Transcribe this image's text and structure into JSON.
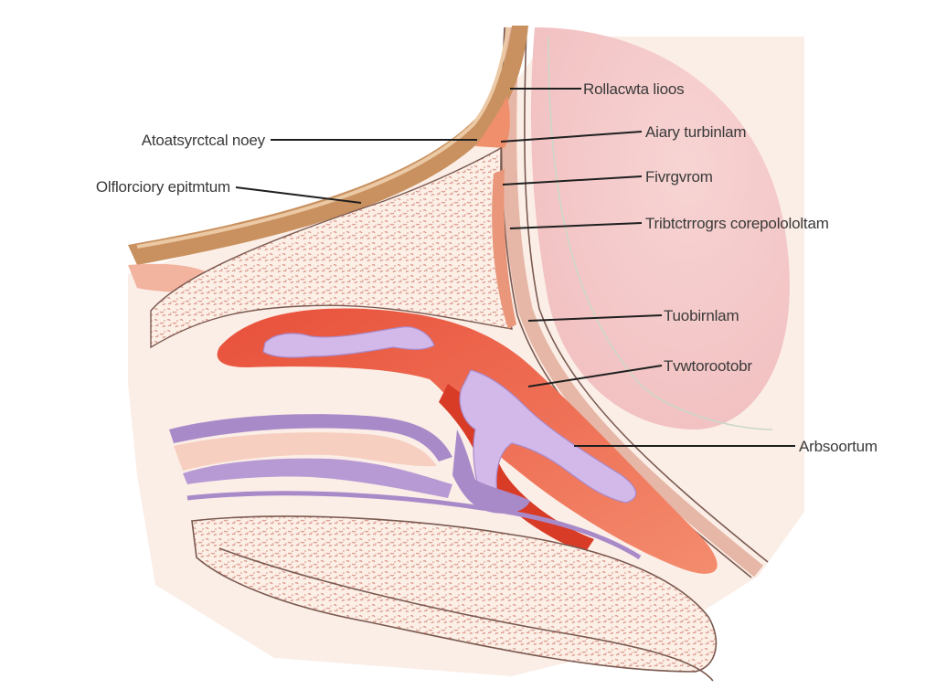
{
  "labels": {
    "top_right": "Rollacwta lioos",
    "left_upper": "Atoatsyrctcal noey",
    "right_2": "Aiary turbinlam",
    "left_lower": "Olflorciory epitmtum",
    "right_3": "Fivrgvrom",
    "right_4": "Tribtctrrogrs corepolololtam",
    "right_5": "Tuobirnlam",
    "right_6": "Tvwtorootobr",
    "right_7": "Arbsoortum"
  },
  "colors": {
    "bone_outer": "#c9915f",
    "bone_inner": "#e7bf95",
    "tissue_pink": "#f6dcd6",
    "tissue_light": "#fbeee6",
    "blood_red": "#e24f33",
    "blood_light": "#f08a6b",
    "vessel_purple": "#a98ac9",
    "vessel_lilac": "#d8c2ea",
    "speckle": "#d98c80",
    "brain_pink": "#f5c8c6"
  }
}
